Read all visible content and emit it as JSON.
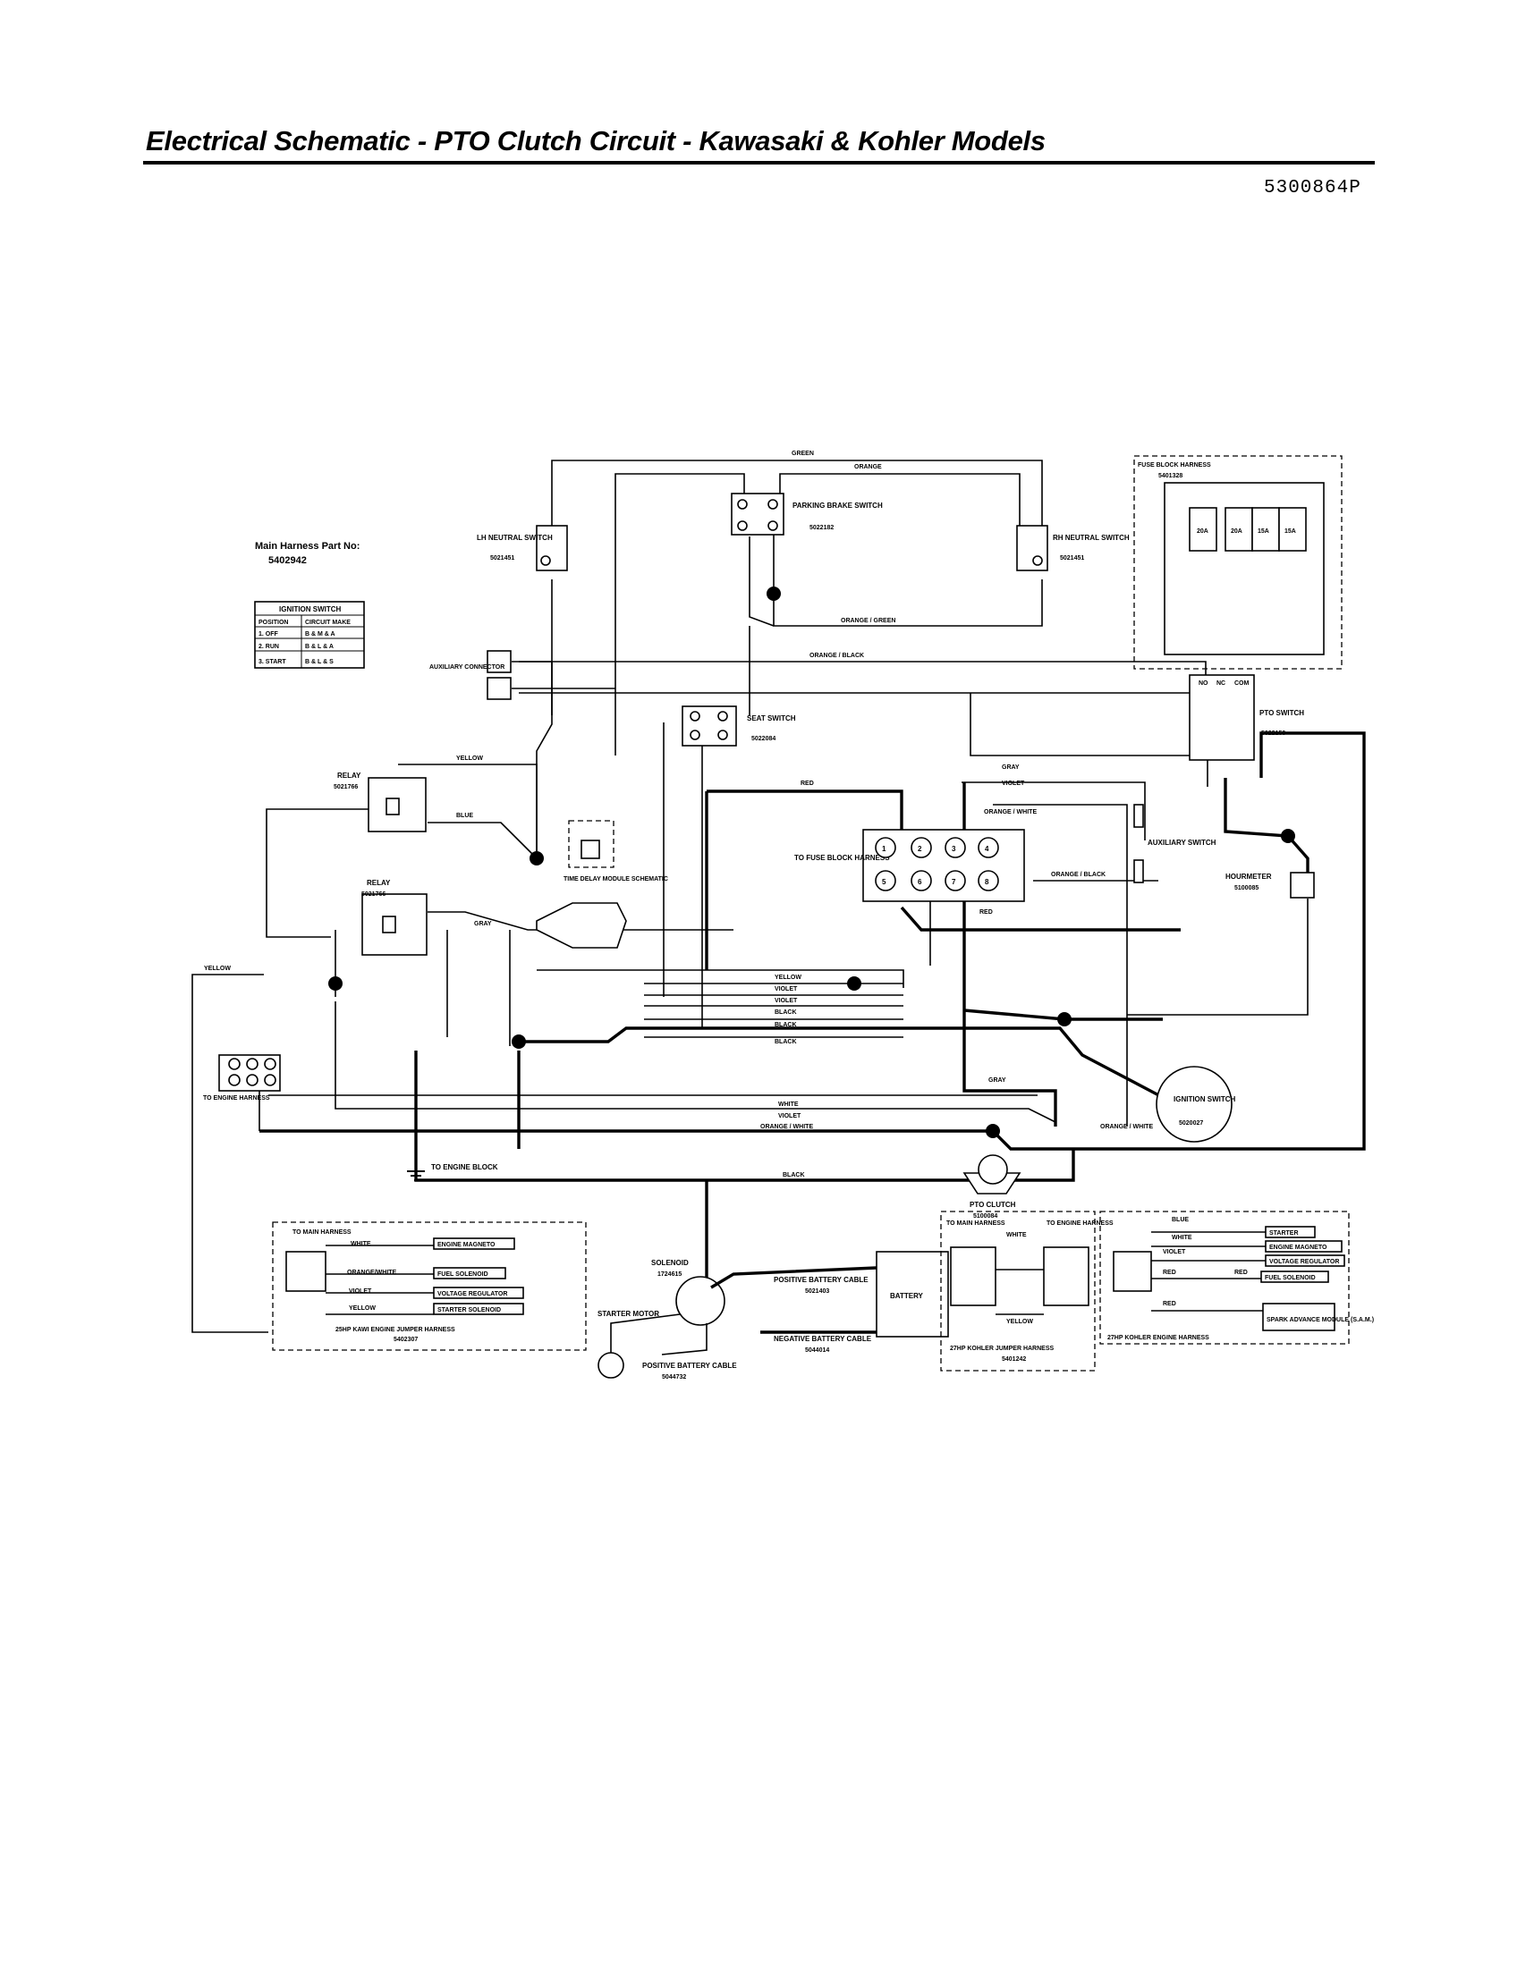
{
  "title": "Electrical Schematic - PTO Clutch Circuit - Kawasaki & Kohler Models",
  "doc_number": "5300864P",
  "main_harness": {
    "label": "Main Harness Part No:",
    "part": "5402942"
  },
  "ignition_table": {
    "title": "IGNITION SWITCH",
    "headers": [
      "POSITION",
      "CIRCUIT MAKE"
    ],
    "rows": [
      [
        "1. OFF",
        "B & M & A"
      ],
      [
        "2. RUN",
        "B & L & A"
      ],
      [
        "3. START",
        "B & L & S"
      ]
    ]
  },
  "components": {
    "parking_brake": {
      "name": "PARKING BRAKE SWITCH",
      "part": "5022182"
    },
    "lh_neutral": {
      "name": "LH NEUTRAL SWITCH",
      "part": "5021451"
    },
    "rh_neutral": {
      "name": "RH NEUTRAL SWITCH",
      "part": "5021451"
    },
    "fuse_block": {
      "name": "FUSE BLOCK HARNESS",
      "part": "5401328"
    },
    "aux_connector": "AUXILIARY CONNECTOR",
    "seat_switch": {
      "name": "SEAT SWITCH",
      "part": "5022084"
    },
    "relay1": {
      "name": "RELAY",
      "part": "5021766"
    },
    "relay2": {
      "name": "RELAY",
      "part": "5021766"
    },
    "time_delay": "TIME DELAY MODULE SCHEMATIC",
    "fuse_block_harness_conn": "TO FUSE BLOCK HARNESS",
    "aux_switch": "AUXILIARY SWITCH",
    "pto_switch": {
      "name": "PTO SWITCH",
      "part": "5022150"
    },
    "hourmeter": {
      "name": "HOURMETER",
      "part": "5100085"
    },
    "ignition_switch": {
      "name": "IGNITION SWITCH",
      "part": "5020027"
    },
    "to_engine_harness": "TO ENGINE HARNESS",
    "to_engine_block": "TO ENGINE BLOCK",
    "pto_clutch": {
      "name": "PTO CLUTCH",
      "part": "5100084"
    },
    "solenoid": {
      "name": "SOLENOID",
      "part": "1724615"
    },
    "starter_motor": "STARTER MOTOR",
    "battery": "BATTERY",
    "pos_cable_top": {
      "name": "POSITIVE BATTERY CABLE",
      "part": "5021403"
    },
    "neg_cable": {
      "name": "NEGATIVE BATTERY CABLE",
      "part": "5044014"
    },
    "pos_cable_bottom": {
      "name": "POSITIVE BATTERY CABLE",
      "part": "5044732"
    }
  },
  "fuses": [
    "20A",
    "20A",
    "15A",
    "15A"
  ],
  "pto_switch_pins": [
    "NO",
    "NC",
    "COM"
  ],
  "fuse_block_pins": [
    "1",
    "2",
    "3",
    "4",
    "5",
    "6",
    "7",
    "8"
  ],
  "wire_labels": {
    "green": "GREEN",
    "orange": "ORANGE",
    "blue": "BLUE",
    "orange_green": "ORANGE / GREEN",
    "orange_black": "ORANGE / BLACK",
    "yellow": "YELLOW",
    "red": "RED",
    "gray": "GRAY",
    "violet": "VIOLET",
    "orange_white": "ORANGE / WHITE",
    "black": "BLACK",
    "white": "WHITE"
  },
  "kawasaki_harness": {
    "title": "TO MAIN HARNESS",
    "wires": [
      "WHITE",
      "ORANGE/WHITE",
      "VIOLET",
      "YELLOW"
    ],
    "targets": [
      "ENGINE MAGNETO",
      "FUEL SOLENOID",
      "VOLTAGE REGULATOR",
      "STARTER SOLENOID"
    ],
    "name": "25HP KAWI ENGINE JUMPER HARNESS",
    "part": "5402307"
  },
  "kohler_jumper": {
    "left": "TO MAIN HARNESS",
    "right": "TO ENGINE HARNESS",
    "wires": [
      "WHITE",
      "YELLOW"
    ],
    "name": "27HP KOHLER JUMPER HARNESS",
    "part": "5401242"
  },
  "kohler_engine_harness": {
    "wires": [
      "BLUE",
      "WHITE",
      "VIOLET",
      "RED",
      "RED",
      "RED"
    ],
    "targets": [
      "STARTER",
      "ENGINE MAGNETO",
      "VOLTAGE REGULATOR",
      "FUEL SOLENOID",
      "SPARK ADVANCE MODULE (S.A.M.)"
    ],
    "name": "27HP KOHLER ENGINE HARNESS"
  }
}
